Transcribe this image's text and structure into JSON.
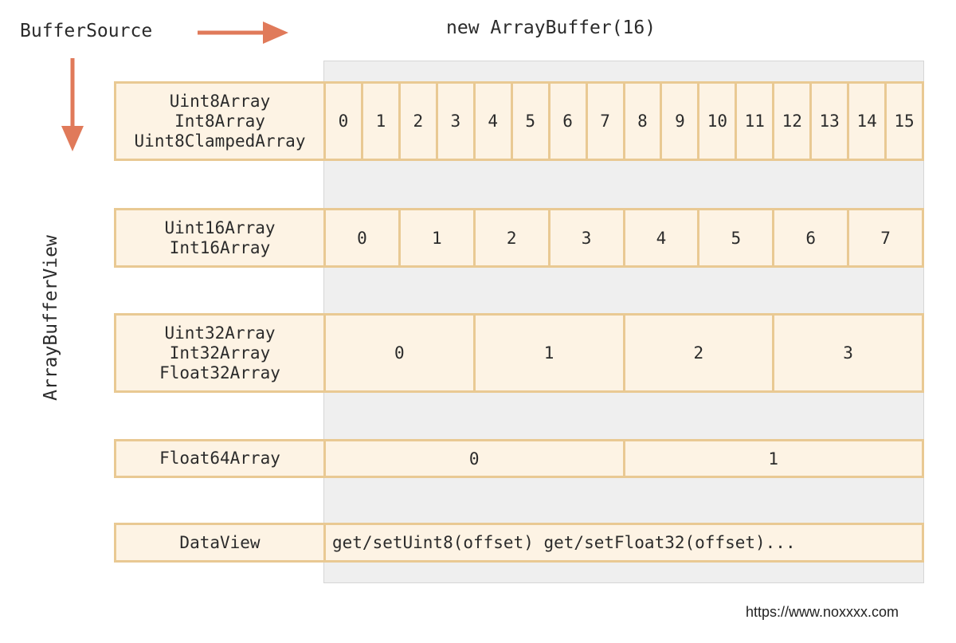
{
  "diagram": {
    "buffer_source_label": "BufferSource",
    "buffer_title": "new ArrayBuffer(16)",
    "view_label": "ArrayBufferView",
    "credit": "https://www.noxxxx.com",
    "colors": {
      "arrow": "#e07a5a",
      "row_fill": "#fdf3e4",
      "row_border": "#e9c993",
      "buffer_background": "#efefef"
    },
    "rows": [
      {
        "labels": [
          "Uint8Array",
          "Int8Array",
          "Uint8ClampedArray"
        ],
        "cells": [
          "0",
          "1",
          "2",
          "3",
          "4",
          "5",
          "6",
          "7",
          "8",
          "9",
          "10",
          "11",
          "12",
          "13",
          "14",
          "15"
        ]
      },
      {
        "labels": [
          "Uint16Array",
          "Int16Array"
        ],
        "cells": [
          "0",
          "1",
          "2",
          "3",
          "4",
          "5",
          "6",
          "7"
        ]
      },
      {
        "labels": [
          "Uint32Array",
          "Int32Array",
          "Float32Array"
        ],
        "cells": [
          "0",
          "1",
          "2",
          "3"
        ]
      },
      {
        "labels": [
          "Float64Array"
        ],
        "cells": [
          "0",
          "1"
        ]
      },
      {
        "labels": [
          "DataView"
        ],
        "methods": "get/setUint8(offset) get/setFloat32(offset)..."
      }
    ]
  }
}
